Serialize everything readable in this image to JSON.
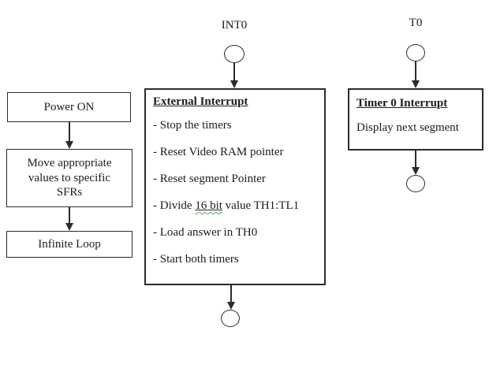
{
  "colors": {
    "line": "#2b2b2b",
    "grammar_squiggle": "#58a55c",
    "background": "#ffffff"
  },
  "main_flow": {
    "power_box_label": "Power ON",
    "sfr_box_label": "Move appropriate values to specific SFRs",
    "loop_box_label": "Infinite Loop"
  },
  "int0_flow": {
    "entry_label": "INT0",
    "title": "External Interrupt",
    "items": [
      {
        "text": "- Stop the timers"
      },
      {
        "text": "- Reset Video RAM pointer"
      },
      {
        "text": "- Reset segment Pointer"
      },
      {
        "prefix": "- Divide ",
        "underlined": "16 bit",
        "suffix": " value TH1:TL1"
      },
      {
        "text": "- Load answer in TH0"
      },
      {
        "text": "- Start both timers"
      }
    ]
  },
  "t0_flow": {
    "entry_label": "T0",
    "title": "Timer 0 Interrupt",
    "body": "Display next segment"
  }
}
